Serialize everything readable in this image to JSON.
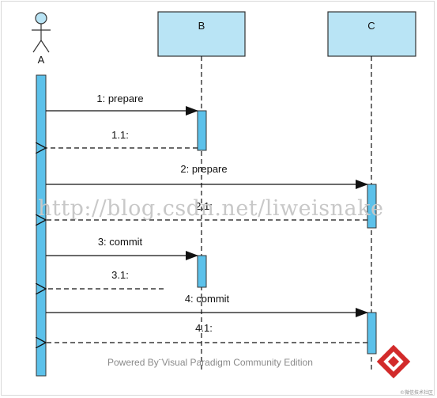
{
  "diagram": {
    "lifelines": [
      {
        "id": "A",
        "label": "A",
        "kind": "actor"
      },
      {
        "id": "B",
        "label": "B",
        "kind": "object"
      },
      {
        "id": "C",
        "label": "C",
        "kind": "object"
      }
    ],
    "messages": [
      {
        "label": "1: prepare",
        "from": "A",
        "to": "B",
        "type": "call"
      },
      {
        "label": "1.1:",
        "from": "B",
        "to": "A",
        "type": "return"
      },
      {
        "label": "2: prepare",
        "from": "A",
        "to": "C",
        "type": "call"
      },
      {
        "label": "2.1:",
        "from": "C",
        "to": "A",
        "type": "return"
      },
      {
        "label": "3: commit",
        "from": "A",
        "to": "B",
        "type": "call"
      },
      {
        "label": "3.1:",
        "from": "B",
        "to": "A",
        "type": "return"
      },
      {
        "label": "4: commit",
        "from": "A",
        "to": "C",
        "type": "call"
      },
      {
        "label": "4.1:",
        "from": "C",
        "to": "A",
        "type": "return"
      }
    ]
  },
  "footer": {
    "text": "Powered By¨Visual Paradigm Community Edition"
  },
  "watermark": {
    "text": "http://blog.csdn.net/liweisnake"
  },
  "corner_text": "©微信技术社区",
  "colors": {
    "box_fill": "#b9e4f5",
    "box_stroke": "#333333",
    "activation_fill": "#5cc1ea",
    "line": "#111111",
    "logo_red": "#d22a2a"
  }
}
